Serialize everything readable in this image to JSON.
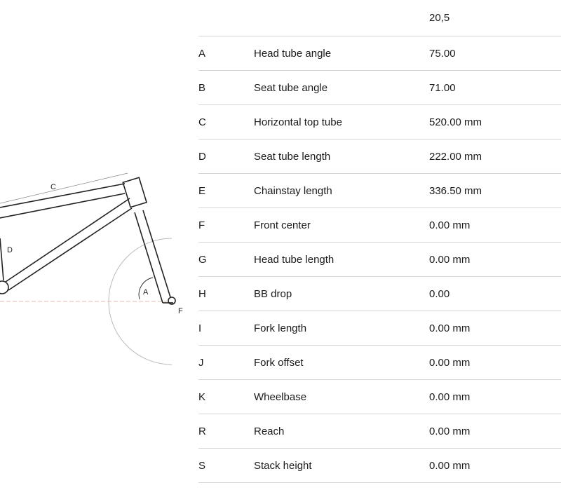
{
  "diagram": {
    "labels": [
      "A",
      "C",
      "D",
      "F"
    ]
  },
  "table": {
    "size_header": "20,5",
    "rows": [
      {
        "key": "A",
        "name": "Head tube angle",
        "value": "75.00"
      },
      {
        "key": "B",
        "name": "Seat tube angle",
        "value": "71.00"
      },
      {
        "key": "C",
        "name": "Horizontal top tube",
        "value": "520.00 mm"
      },
      {
        "key": "D",
        "name": "Seat tube length",
        "value": "222.00 mm"
      },
      {
        "key": "E",
        "name": "Chainstay length",
        "value": "336.50 mm"
      },
      {
        "key": "F",
        "name": "Front center",
        "value": "0.00 mm"
      },
      {
        "key": "G",
        "name": "Head tube length",
        "value": "0.00 mm"
      },
      {
        "key": "H",
        "name": "BB drop",
        "value": "0.00"
      },
      {
        "key": "I",
        "name": "Fork length",
        "value": "0.00 mm"
      },
      {
        "key": "J",
        "name": "Fork offset",
        "value": "0.00 mm"
      },
      {
        "key": "K",
        "name": "Wheelbase",
        "value": "0.00 mm"
      },
      {
        "key": "R",
        "name": "Reach",
        "value": "0.00 mm"
      },
      {
        "key": "S",
        "name": "Stack height",
        "value": "0.00 mm"
      }
    ]
  }
}
